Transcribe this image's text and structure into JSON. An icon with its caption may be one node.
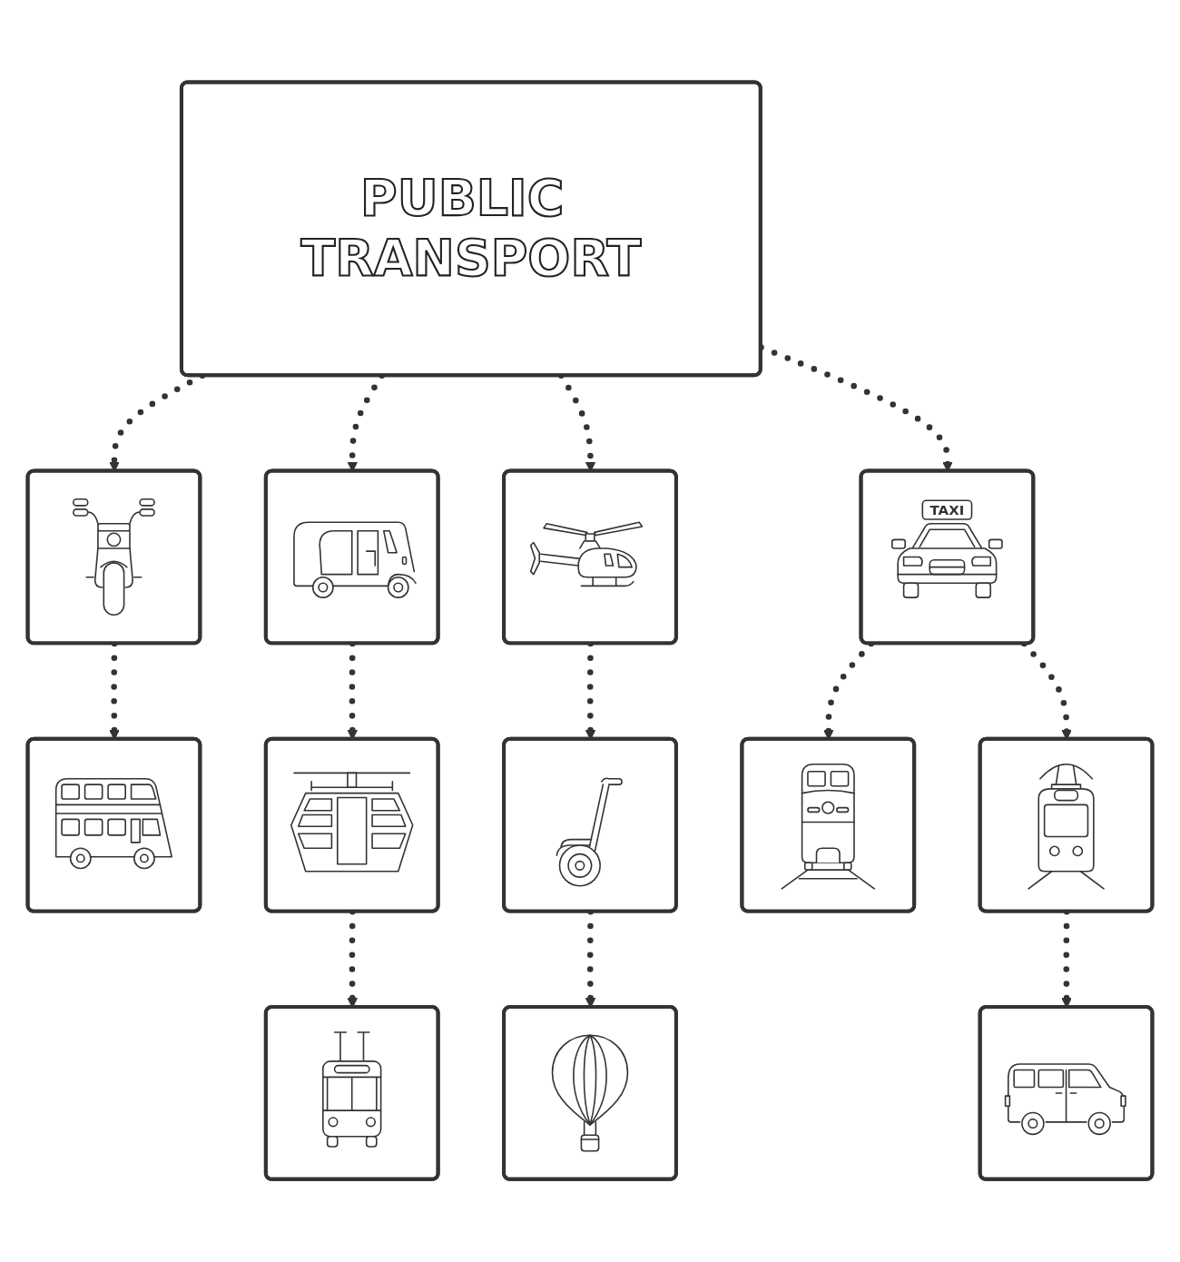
{
  "diagram": {
    "nodes": [
      {
        "text": [
          "PUBLIC TRANSPORT"
        ]
      },
      {
        "text": [],
        "shape": "picture"
      },
      {
        "text": [],
        "shape": "picture"
      },
      {
        "text": [],
        "shape": "picture"
      },
      {
        "text": [],
        "shape": "picture"
      },
      {
        "text": [],
        "shape": "picture"
      },
      {
        "text": [],
        "shape": "picture"
      },
      {
        "text": [],
        "shape": "picture"
      },
      {
        "text": [],
        "shape": "picture"
      },
      {
        "text": [],
        "shape": "picture"
      },
      {
        "text": [],
        "shape": "picture"
      },
      {
        "text": [],
        "shape": "picture"
      },
      {
        "text": [],
        "shape": "picture"
      }
    ],
    "edges": [
      {
        "from": 0,
        "to": 2,
        "arrow": "to",
        "style": "dashed"
      },
      {
        "from": 2,
        "to": 1,
        "arrow": "to",
        "style": "dashed"
      },
      {
        "from": 0,
        "to": 7,
        "arrow": "to",
        "style": "dashed"
      },
      {
        "from": 7,
        "to": 3,
        "arrow": "to",
        "style": "dashed"
      },
      {
        "from": 3,
        "to": 5,
        "arrow": "to",
        "style": "dashed"
      },
      {
        "from": 0,
        "to": 11,
        "arrow": "to",
        "style": "dashed"
      },
      {
        "from": 11,
        "to": 9,
        "arrow": "to",
        "style": "dashed"
      },
      {
        "from": 9,
        "to": 12,
        "arrow": "to",
        "style": "dashed"
      },
      {
        "from": 0,
        "to": 6,
        "arrow": "to",
        "style": "dashed"
      },
      {
        "from": 6,
        "to": 4,
        "arrow": "to",
        "style": "dashed"
      },
      {
        "from": 6,
        "to": 8,
        "arrow": "to",
        "style": "dashed"
      },
      {
        "from": 8,
        "to": 10,
        "arrow": "to",
        "style": "dashed"
      }
    ],
    "labels": [
      "TAXI"
    ]
  }
}
